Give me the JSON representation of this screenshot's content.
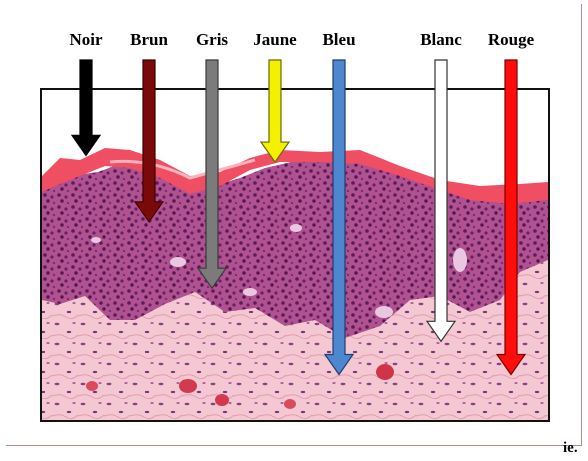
{
  "labels": [
    "Noir",
    "Brun",
    "Gris",
    "Jaune",
    "Bleu",
    "Blanc",
    "Rouge"
  ],
  "arrows": [
    {
      "label": "Noir",
      "color": "#000000",
      "edge": "#000000",
      "depth": 0.2
    },
    {
      "label": "Brun",
      "color": "#7a0a0a",
      "edge": "#3d0000",
      "depth": 0.4
    },
    {
      "label": "Gris",
      "color": "#7b7b7b",
      "edge": "#3a3a3a",
      "depth": 0.6
    },
    {
      "label": "Jaune",
      "color": "#f3f000",
      "edge": "#6b6a00",
      "depth": 0.22
    },
    {
      "label": "Bleu",
      "color": "#4f86d0",
      "edge": "#1f3f6e",
      "depth": 0.86
    },
    {
      "label": "Blanc",
      "color": "#ffffff",
      "edge": "#333333",
      "depth": 0.76
    },
    {
      "label": "Rouge",
      "color": "#ff0d0d",
      "edge": "#7a0000",
      "depth": 0.86
    }
  ],
  "caption": "ie."
}
